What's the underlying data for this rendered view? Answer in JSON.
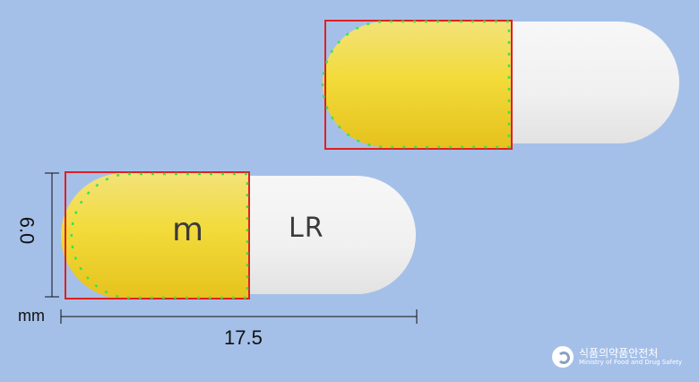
{
  "capsules": [
    {
      "name": "top-capsule",
      "imprint_left": "",
      "imprint_right": ""
    },
    {
      "name": "bottom-capsule",
      "imprint_left": "m",
      "imprint_right": "LR"
    }
  ],
  "colors": {
    "background": "#a5c0e8",
    "cap_yellow": "#f1dc3c",
    "body_white": "#f2f2f2",
    "annotation_box": "#e01f1f",
    "annotation_contour": "#3be34a"
  },
  "dimensions": {
    "unit": "mm",
    "width_label": "17.5",
    "height_label": "6.0"
  },
  "watermark": {
    "korean": "식품의약품안전처",
    "english": "Ministry of Food and Drug Safety",
    "icon": "government-emblem-icon"
  }
}
